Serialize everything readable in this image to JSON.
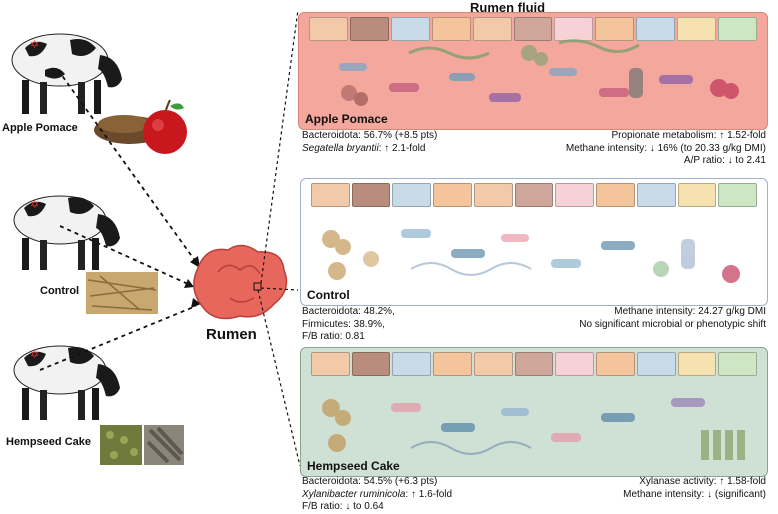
{
  "header": {
    "title": "Rumen fluid"
  },
  "center": {
    "label": "Rumen"
  },
  "left": {
    "apple_label": "Apple Pomace",
    "control_label": "Control",
    "hemp_label": "Hempseed Cake"
  },
  "panels": {
    "apple": {
      "title": "Apple Pomace",
      "left_notes": [
        "Bacteroidota: 56.7% (+8.5 pts)",
        "Segatella bryantii",
        ": ↑ 2.1-fold"
      ],
      "right_notes": [
        "Propionate metabolism: ↑ 1.52-fold",
        "Methane intensity: ↓ 16% (to 20.33 g/kg DMI)",
        "A/P ratio: ↓ to 2.41"
      ]
    },
    "control": {
      "title": "Control",
      "left_notes": [
        "Bacteroidota: 48.2%,",
        "Firmicutes: 38.9%,",
        "F/B ratio: 0.81"
      ],
      "right_notes": [
        "Methane intensity: 24.27 g/kg DMI",
        "No significant microbial or phenotypic shift"
      ]
    },
    "hemp": {
      "title": "Hempseed Cake",
      "left_notes": [
        "Bacteroidota: 54.5% (+6.3 pts)",
        "Xylanibacter ruminicola",
        ": ↑ 1.6-fold",
        "F/B ratio: ↓ to 0.64"
      ],
      "right_notes": [
        "Xylanase activity: ↑ 1.58-fold",
        "Methane intensity: ↓ (significant)"
      ]
    }
  },
  "colors": {
    "apple_bg": "#f4a79d",
    "control_bg": "#ffffff",
    "control_border": "#9fb0cf",
    "hemp_bg": "#cfe0d4",
    "hemp_border": "#8aa391",
    "rumen": "#e8675c"
  }
}
